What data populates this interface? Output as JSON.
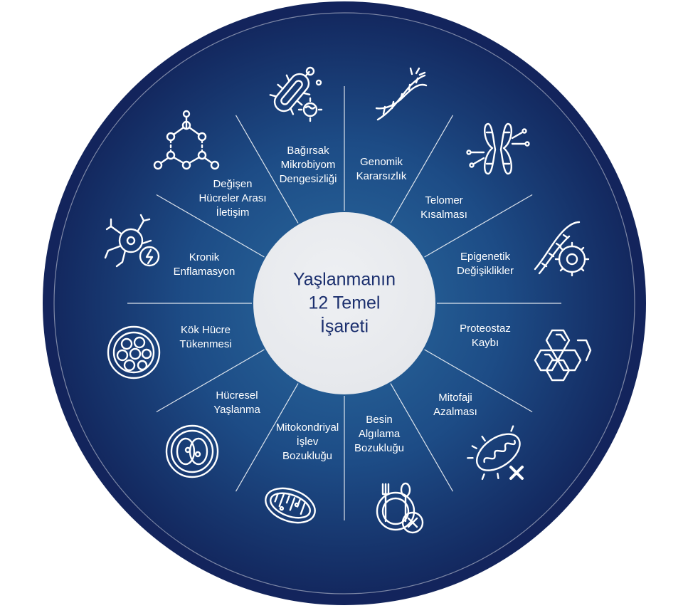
{
  "colors": {
    "outer_ring": "#13245c",
    "disc_center": "#2a6a9e",
    "disc_edge": "#13285f",
    "center_circle": "#e6e8ec",
    "center_text": "#1b2f6e",
    "lines": "#ffffff"
  },
  "center": {
    "title": "Yaşlanmanın\n12 Temel\nİşareti"
  },
  "segments": [
    {
      "label": "Genomik\nKararsızlık",
      "icon": "dna-icon"
    },
    {
      "label": "Telomer\nKısalması",
      "icon": "chromosome-icon"
    },
    {
      "label": "Epigenetik\nDeğişiklikler",
      "icon": "dna-gear-icon"
    },
    {
      "label": "Proteostaz\nKaybı",
      "icon": "honeycomb-icon"
    },
    {
      "label": "Mitofaji\nAzalması",
      "icon": "mitochondria-cross-icon"
    },
    {
      "label": "Besin\nAlgılama\nBozukluğu",
      "icon": "food-cross-icon"
    },
    {
      "label": "Mitokondriyal\nİşlev\nBozukluğu",
      "icon": "mitochondria-icon"
    },
    {
      "label": "Hücresel\nYaşlanma",
      "icon": "cell-icon"
    },
    {
      "label": "Kök Hücre\nTükenmesi",
      "icon": "stem-cells-icon"
    },
    {
      "label": "Kronik\nEnflamasyon",
      "icon": "neuron-lightning-icon"
    },
    {
      "label": "Değişen\nHücreler Arası\nİletişim",
      "icon": "molecule-network-icon"
    },
    {
      "label": "Bağırsak\nMikrobiyom\nDengesizliği",
      "icon": "bacteria-icon"
    }
  ]
}
